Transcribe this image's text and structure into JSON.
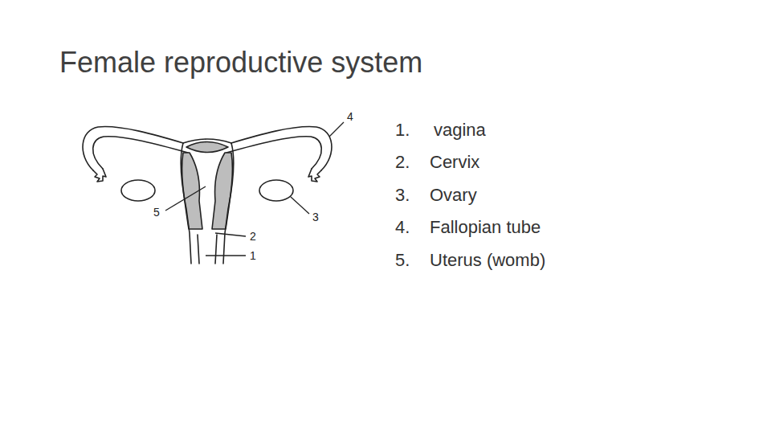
{
  "diagram": {
    "title": "Female reproductive system",
    "labels": [
      "4",
      "5",
      "3",
      "2",
      "1",
      "1.",
      "vagina",
      "2.",
      "Cervix",
      "3.",
      "Ovary",
      "4.",
      "Fallopian tube",
      "5.",
      "Uterus (womb)"
    ]
  }
}
